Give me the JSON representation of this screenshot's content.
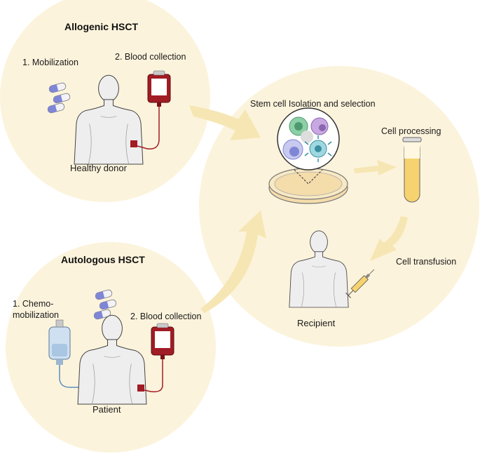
{
  "allogenic": {
    "title": "Allogenic  HSCT",
    "step1": "1.  Mobilization",
    "step2": "2.  Blood collection",
    "donor_label": "Healthy donor"
  },
  "autologous": {
    "title": "Autologous HSCT",
    "step1_line1": "1.  Chemo-",
    "step1_line2": "mobilization",
    "step2": "2. Blood collection",
    "patient_label": "Patient"
  },
  "process": {
    "isolation": "Stem cell Isolation and selection",
    "processing": "Cell processing",
    "transfusion": "Cell transfusion",
    "recipient_label": "Recipient"
  },
  "colors": {
    "circle_fill": "#fcf3dc",
    "arrow_fill": "#f6e6b3",
    "blood": "#a11c24",
    "silhouette": "#eeeeee",
    "outline": "#444444",
    "tube_liquid": "#f6d36e"
  },
  "icons": [
    "pill-icon",
    "blood-bag-icon",
    "iv-bag-icon",
    "petri-dish-icon",
    "test-tube-icon",
    "syringe-icon",
    "stem-cell-icon"
  ]
}
